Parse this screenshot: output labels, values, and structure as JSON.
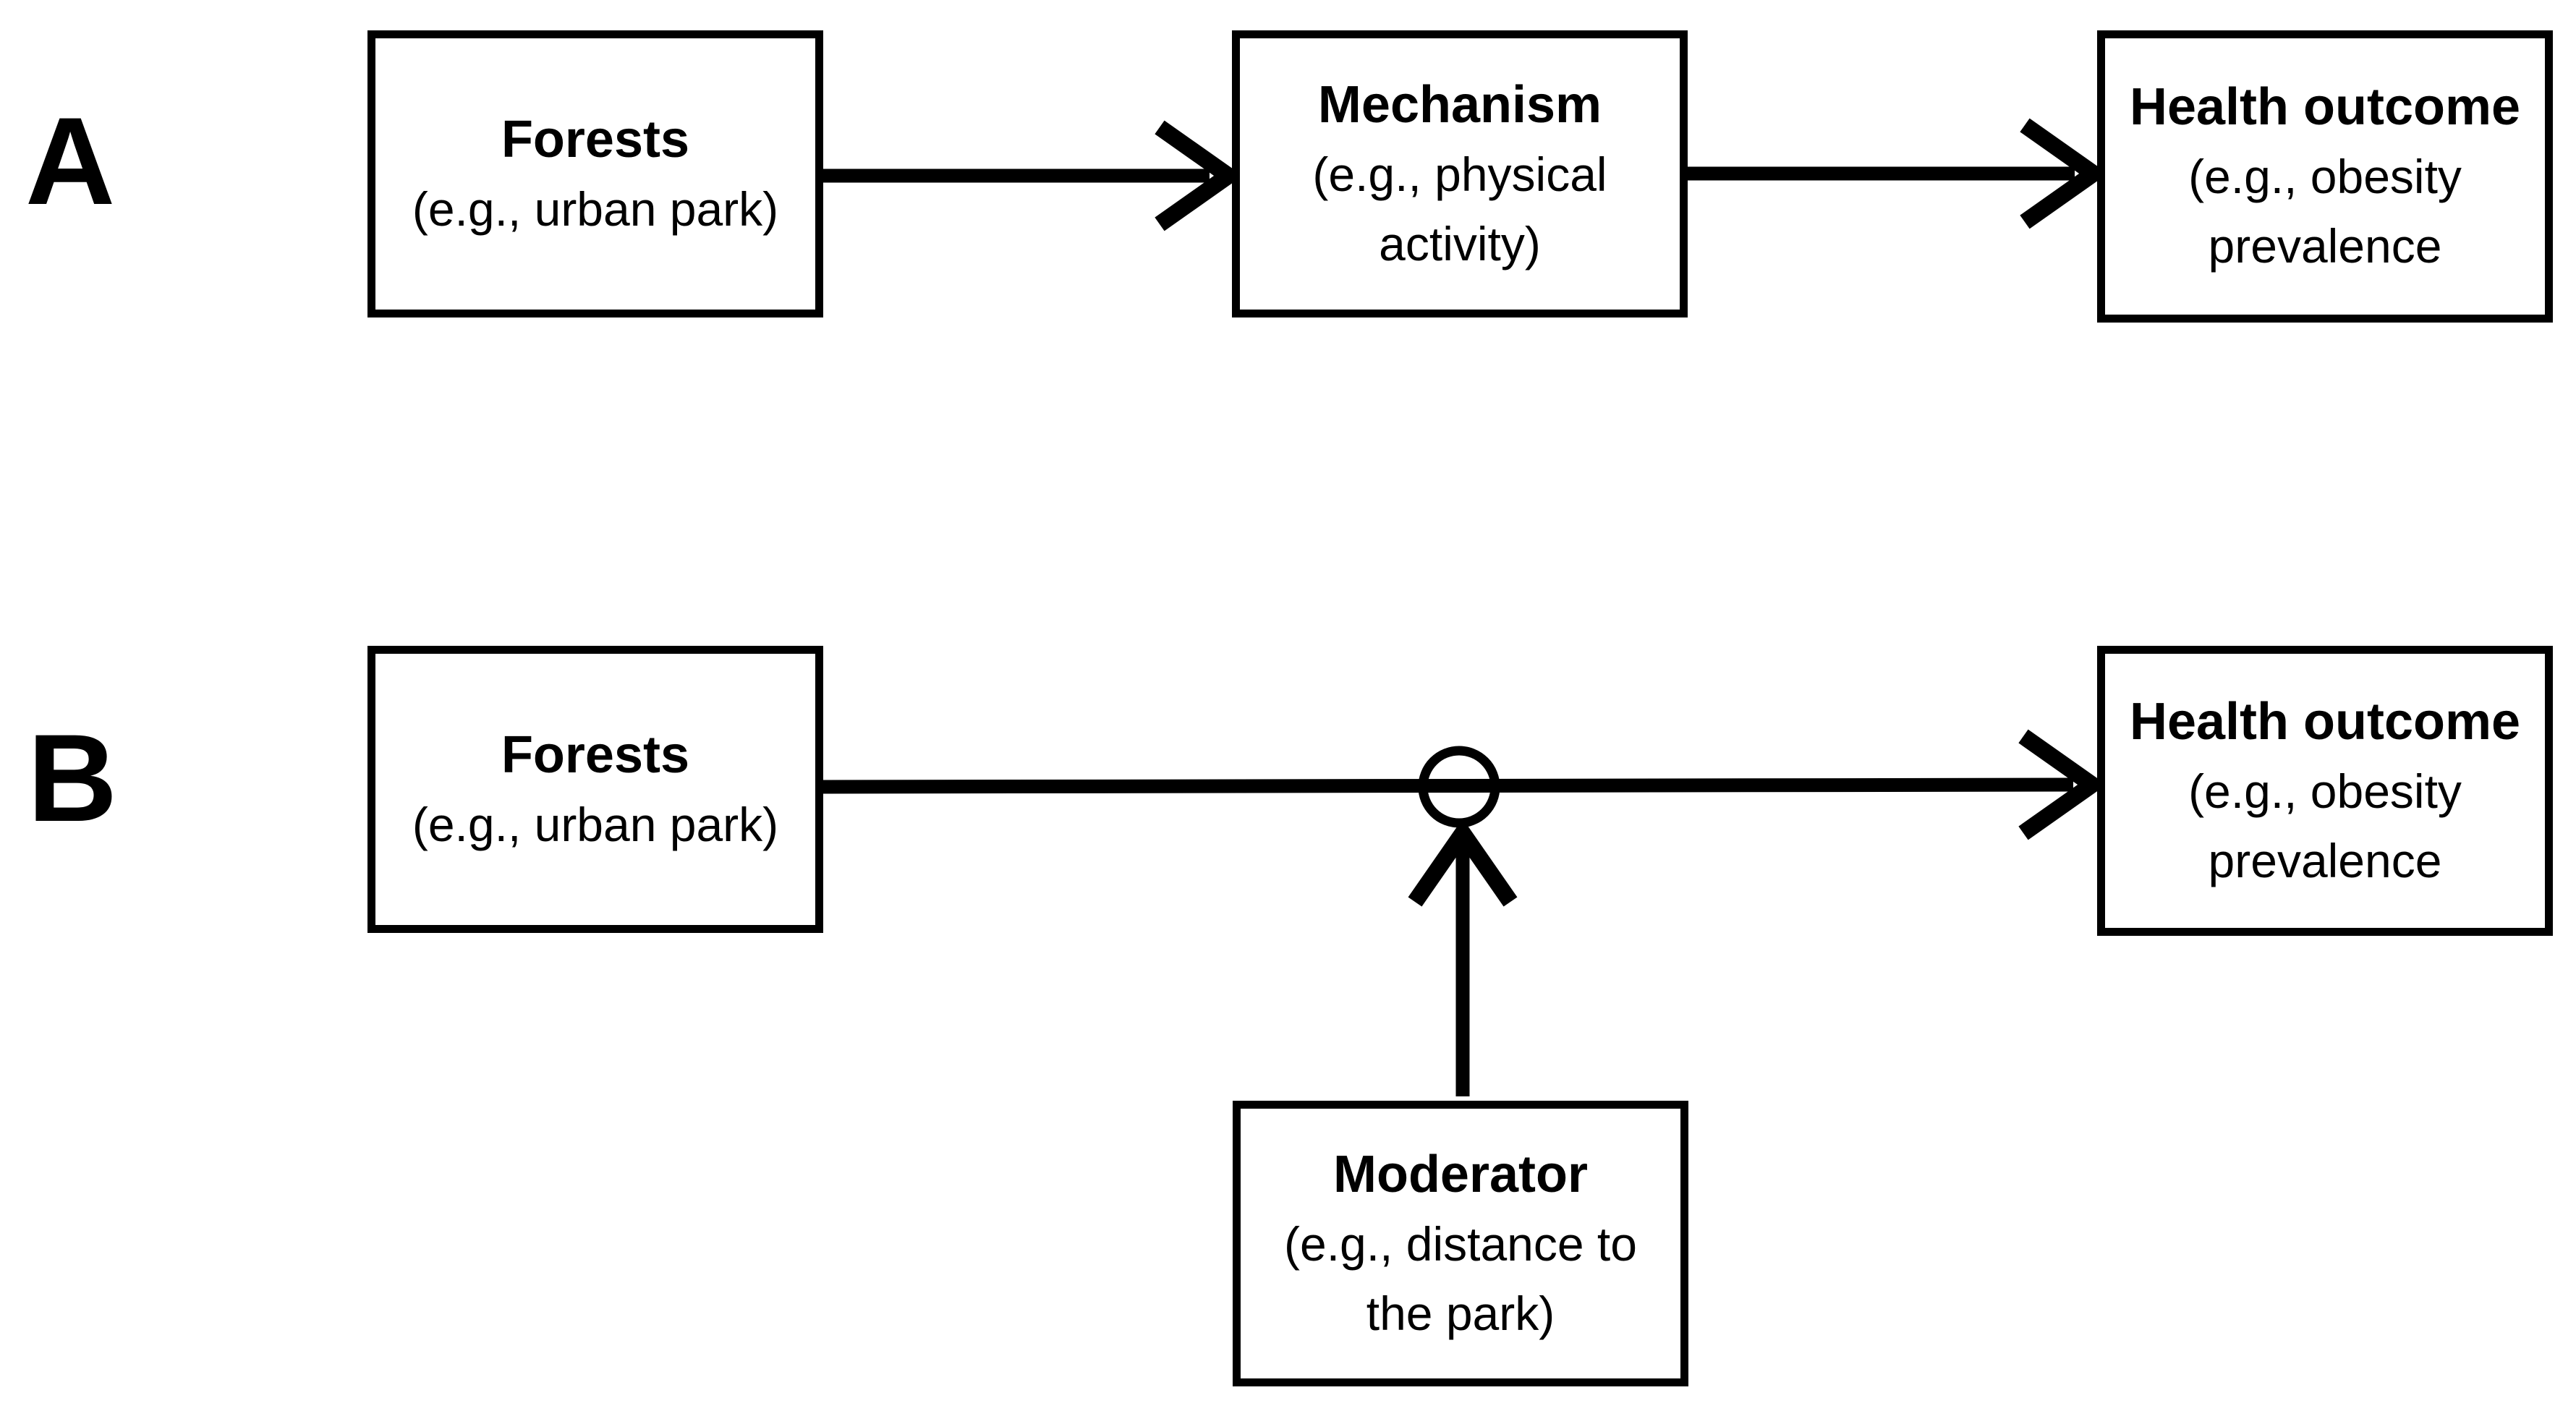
{
  "figure": {
    "background": "#ffffff",
    "ink": "#000000",
    "panels": [
      {
        "label": "A",
        "boxes": [
          {
            "title": "Forests",
            "lines": [
              "(e.g., urban park)"
            ]
          },
          {
            "title": "Mechanism",
            "lines": [
              "(e.g., physical",
              "activity)"
            ]
          },
          {
            "title": "Health outcome",
            "lines": [
              "(e.g., obesity",
              "prevalence"
            ]
          }
        ]
      },
      {
        "label": "B",
        "boxes": [
          {
            "title": "Forests",
            "lines": [
              "(e.g., urban park)"
            ]
          },
          {
            "title": "Health outcome",
            "lines": [
              "(e.g., obesity",
              "prevalence"
            ]
          },
          {
            "title": "Moderator",
            "lines": [
              "(e.g., distance to",
              "the park)"
            ]
          }
        ]
      }
    ]
  }
}
